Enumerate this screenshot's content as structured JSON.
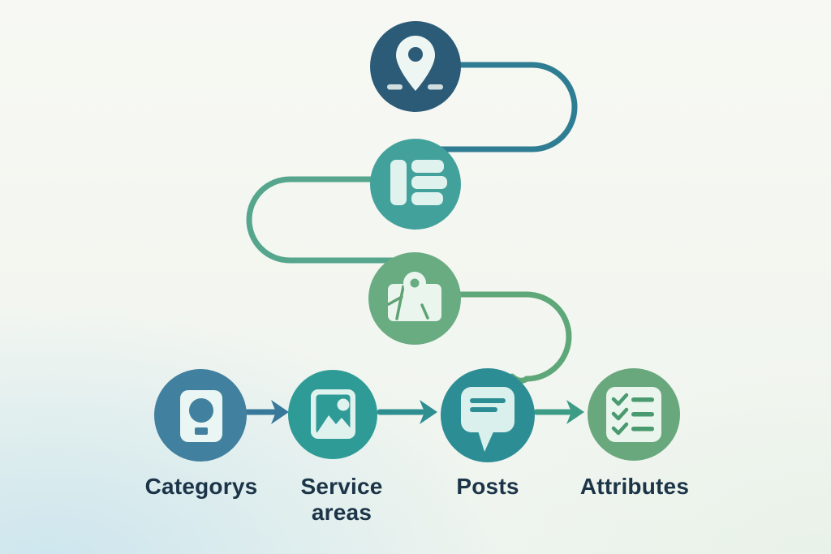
{
  "diagram": {
    "background": {
      "base": "#f5f7f2",
      "tint_bottom_left": "#cbe5ee"
    },
    "label_color": "#1b3447",
    "top_chain": [
      {
        "icon": "location-pin-icon",
        "circle_color": "#2c5b78",
        "icon_color": "#edf6f2"
      },
      {
        "icon": "list-icon",
        "circle_color": "#43a19c",
        "icon_color": "#e0f2ed"
      },
      {
        "icon": "map-pin-icon",
        "circle_color": "#6aac82",
        "icon_color": "#eaf5ee",
        "fold_color": "#5fa273"
      }
    ],
    "connectors": [
      {
        "from": "location-node",
        "to": "list-node",
        "color": "#2e7d92"
      },
      {
        "from": "list-node",
        "to": "map-node",
        "color": "#55a68c"
      },
      {
        "from": "map-node",
        "to": "posts-node",
        "color": "#5ea778"
      }
    ],
    "bottom_chain": [
      {
        "label": "Categorys",
        "icon": "category-card-icon",
        "circle_color": "#41809e",
        "icon_color": "#eaf6f3"
      },
      {
        "label": "Service areas",
        "icon": "image-icon",
        "circle_color": "#2f9b97",
        "icon_color": "#dff2ee"
      },
      {
        "label": "Posts",
        "icon": "speech-bubble-icon",
        "circle_color": "#2d8d95",
        "icon_color": "#daf0ec"
      },
      {
        "label": "Attributes",
        "icon": "checklist-icon",
        "circle_color": "#69a87d",
        "icon_color": "#eaf5ed",
        "mark_color": "#4a9a70"
      }
    ],
    "arrows": [
      {
        "from": "categories-node",
        "to": "service-areas-node",
        "color": "#37789b"
      },
      {
        "from": "service-areas-node",
        "to": "posts-node",
        "color": "#2e8e90"
      },
      {
        "from": "posts-node",
        "to": "attributes-node",
        "color": "#3d9c85"
      }
    ]
  }
}
